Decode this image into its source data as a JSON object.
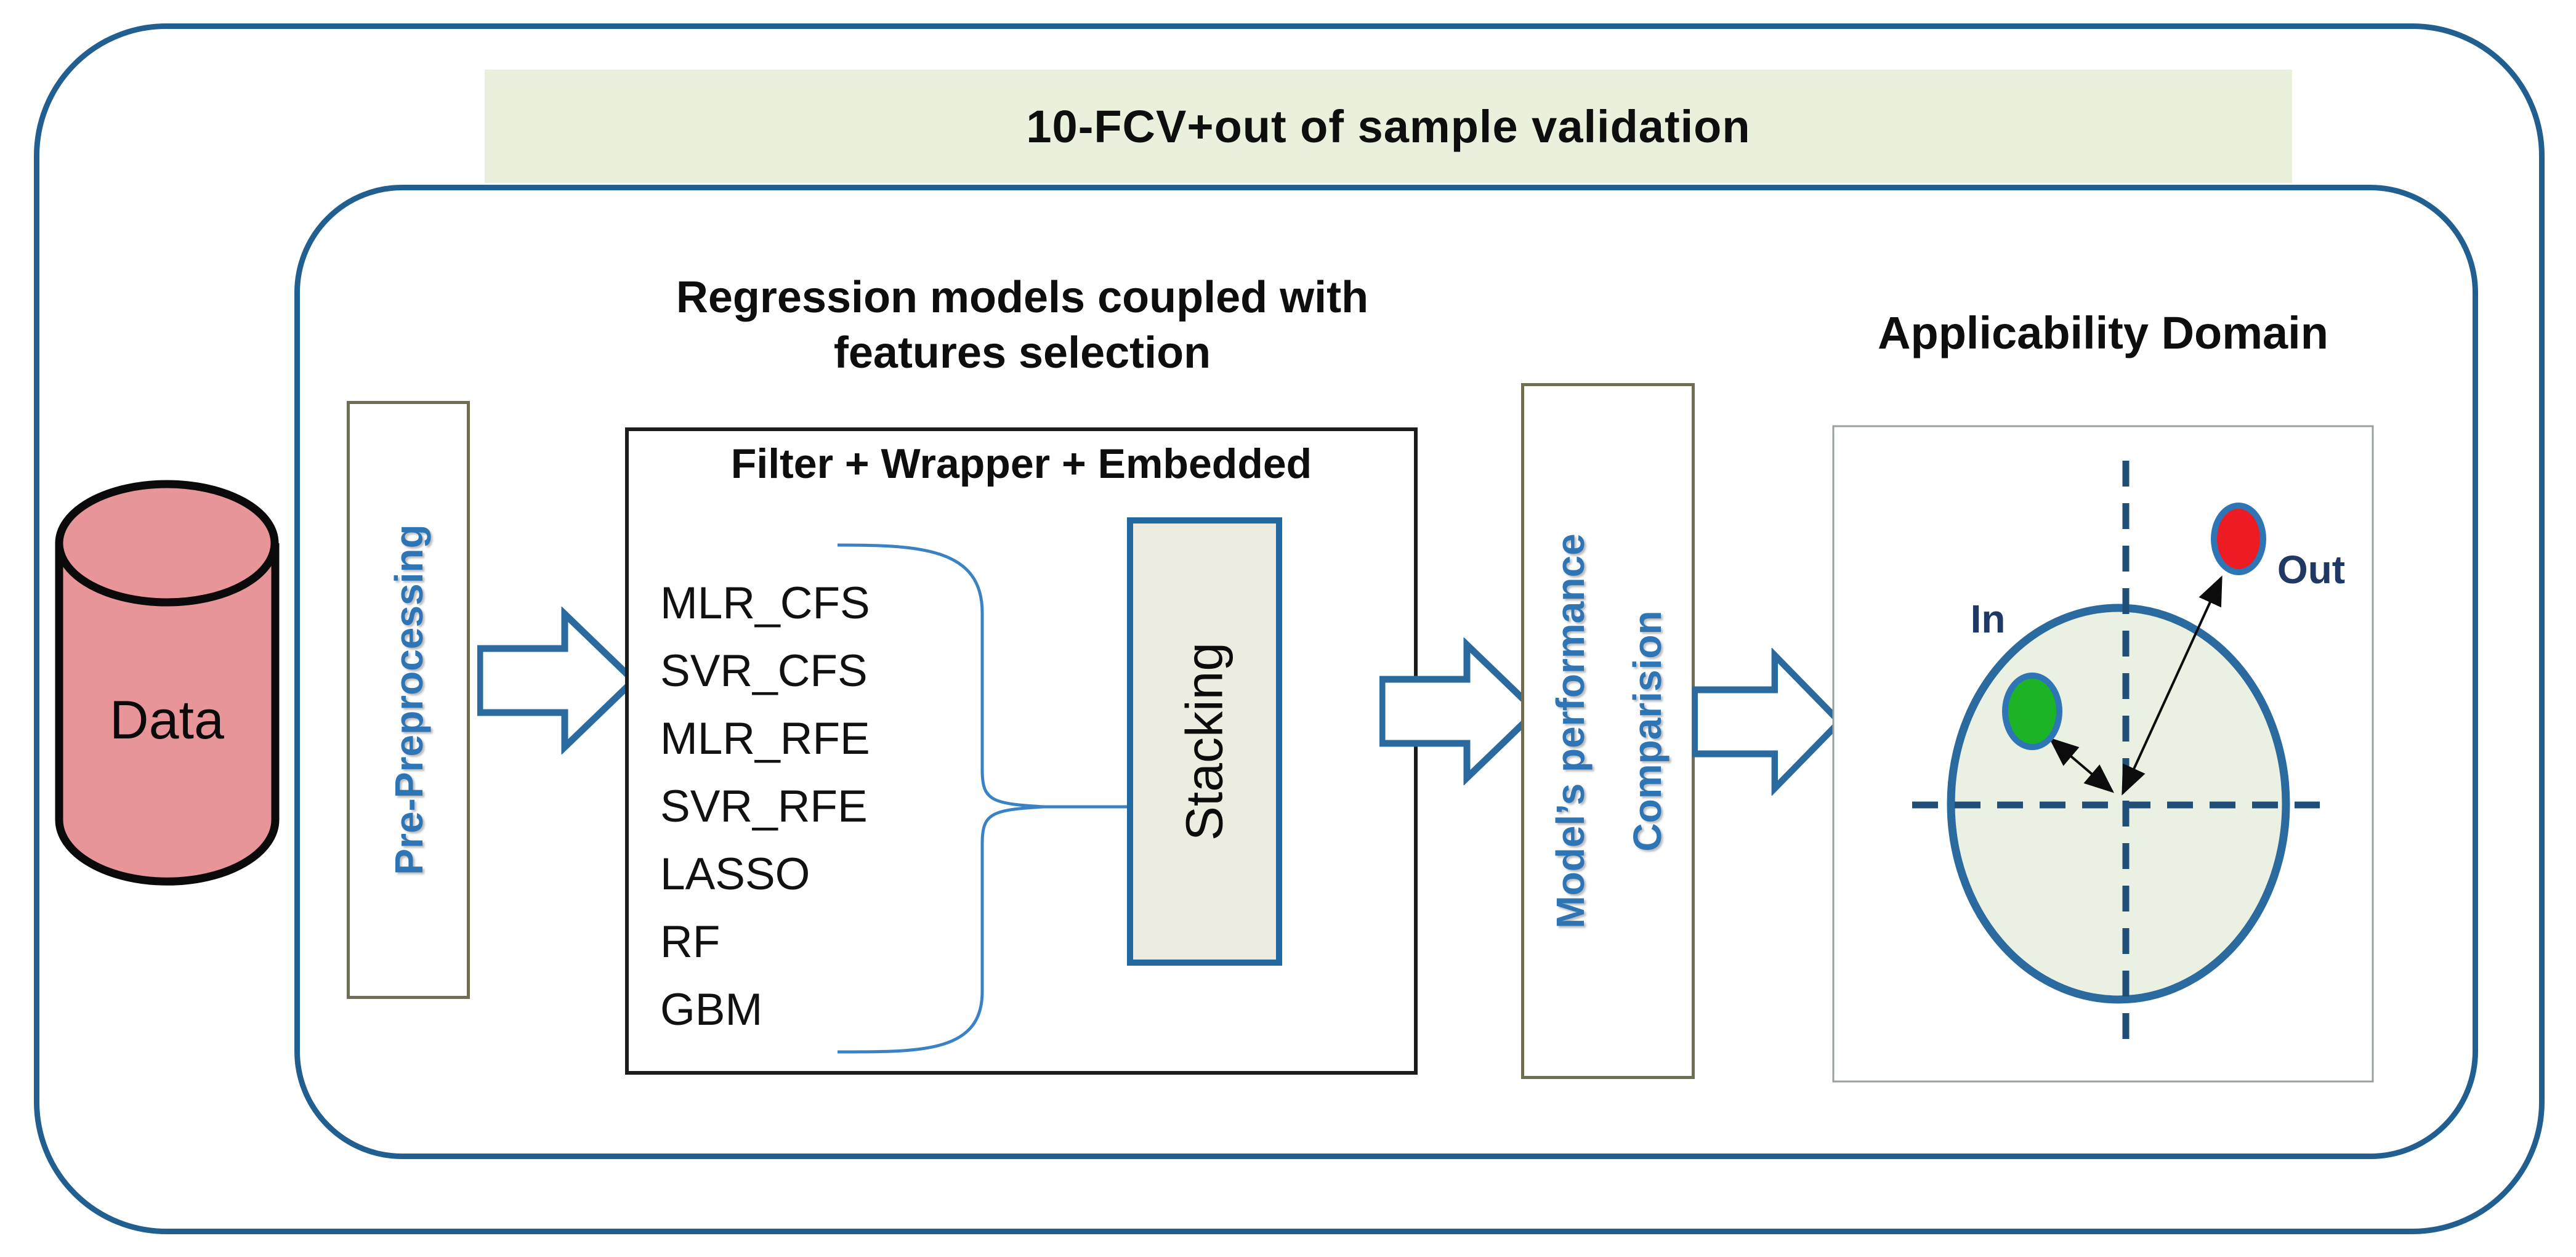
{
  "banner": {
    "label": "10-FCV+out of sample validation"
  },
  "data_store": {
    "label": "Data"
  },
  "preprocessing": {
    "label": "Pre-Preprocessing"
  },
  "regression_section": {
    "title_line1": "Regression models coupled with",
    "title_line2": "features selection"
  },
  "filter_box": {
    "header": "Filter + Wrapper + Embedded",
    "items": [
      "MLR_CFS",
      "SVR_CFS",
      "MLR_RFE",
      "SVR_RFE",
      "LASSO",
      "RF",
      "GBM"
    ],
    "stacking_label": "Stacking"
  },
  "comparison": {
    "line1": "Model’s performance",
    "line2": "Comparision"
  },
  "ad": {
    "title": "Applicability Domain",
    "in_label": "In",
    "out_label": "Out"
  },
  "colors": {
    "accent_blue": "#215f90",
    "arrow_outline_blue": "#2b6a9e",
    "text_blue": "#2e75b6",
    "navy": "#1f3864",
    "banner_green": "#e9f0db",
    "cylinder_pink": "#e89599",
    "stacking_beige": "#edece1",
    "domain_fill": "#ebf1e2",
    "in_green": "#1db327",
    "out_red": "#ed1c24",
    "box_border_olive": "#6f6d52"
  }
}
